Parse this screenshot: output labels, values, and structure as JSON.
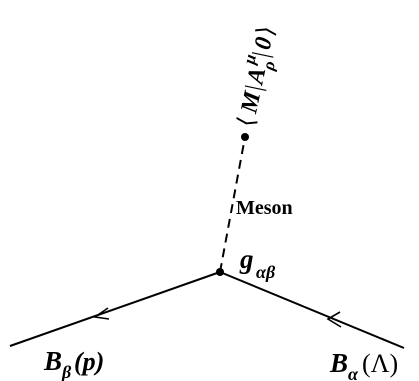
{
  "labels": {
    "meson": "Meson",
    "coupling_main": "g",
    "coupling_sub": "αβ",
    "matrix_element": {
      "open": "⟨",
      "m": "M",
      "bar1": "|",
      "a": "A",
      "a_sup": "μ",
      "a_sub": "ρ",
      "bar2": "|",
      "zero": "0",
      "close": "⟩"
    },
    "left_baryon": {
      "main": "B",
      "sub": "β",
      "arg": "(p)"
    },
    "right_baryon": {
      "main": "B",
      "sub": "α",
      "arg": "(Λ)"
    }
  }
}
